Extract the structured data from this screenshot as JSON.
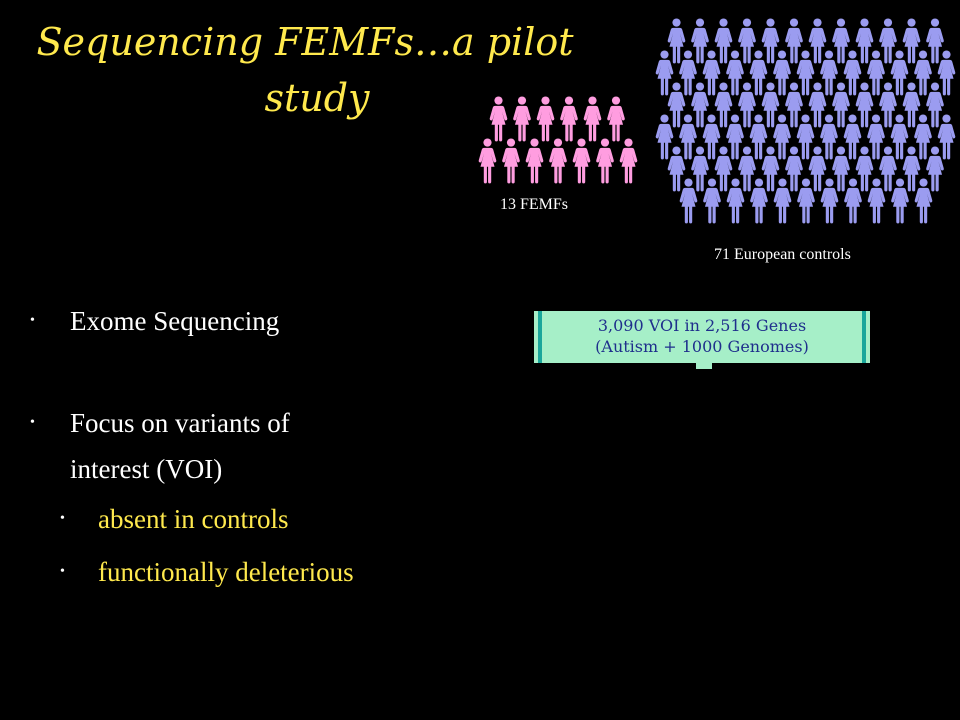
{
  "slide": {
    "title_line1": "Sequencing FEMFs…a pilot",
    "title_line2": "study",
    "bullets": [
      {
        "text": "Exome Sequencing"
      },
      {
        "text_line1": "Focus on variants of",
        "text_line2": "interest (VOI)"
      },
      {
        "text": "absent in controls"
      },
      {
        "text": "functionally deleterious"
      }
    ],
    "femf_label": "13 FEMFs",
    "control_label": "71 European controls",
    "voi_box": {
      "line1": "3,090 VOI in 2,516 Genes",
      "line2": "(Autism + 1000 Genomes)"
    }
  },
  "colors": {
    "background": "#000000",
    "title": "#ffe94d",
    "sub_bullet": "#ffe94d",
    "femf_figure": "#ff9de0",
    "control_figure": "#9b9cf0",
    "voi_box_fill": "#a6efc8",
    "voi_box_text": "#1f2f8c"
  },
  "icons": {
    "femf": "female-figure-icon",
    "control": "female-figure-icon"
  }
}
